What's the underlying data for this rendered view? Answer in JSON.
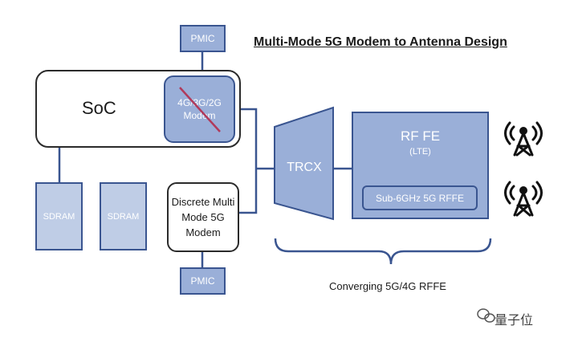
{
  "title": "Multi-Mode 5G Modem to Antenna Design",
  "blocks": {
    "pmic_top": "PMIC",
    "soc": "SoC",
    "modem_legacy": "4G/3G/2G Modem",
    "sdram_1": "SDRAM",
    "sdram_2": "SDRAM",
    "discrete_modem": "Discrete Multi Mode 5G Modem",
    "pmic_bottom": "PMIC",
    "trcx": "TRCX",
    "rf_fe": "RF FE",
    "rf_fe_sub": "(LTE)",
    "sub6": "Sub-6GHz 5G RFFE"
  },
  "caption": "Converging 5G/4G RFFE",
  "watermark": "量子位",
  "icons": [
    "antenna-tower-icon",
    "antenna-tower-icon",
    "wechat-logo-icon"
  ],
  "colors": {
    "block_fill": "#9aafd8",
    "block_light": "#bfcde6",
    "block_border": "#3a5590",
    "strike": "#b03a5b"
  }
}
